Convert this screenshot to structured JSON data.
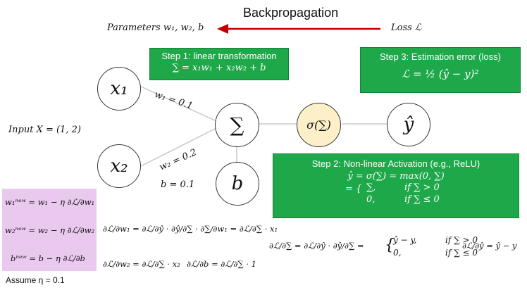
{
  "header": {
    "title": "Backpropagation",
    "parameters_label": "Parameters w₁, w₂, b",
    "loss_label": "Loss ℒ"
  },
  "colors": {
    "arrow": "#c00000",
    "green_box": "#1fa84a",
    "pink_box": "#e9c9ee",
    "activation_node": "#fdf0c8",
    "red": "#c00000",
    "blue": "#1f3fd8",
    "purple": "#9a2fa6"
  },
  "nodes": {
    "x1": "x₁",
    "x2": "x₂",
    "sum": "∑",
    "b": "b",
    "activation": "σ(∑)",
    "yhat": "ŷ"
  },
  "edges": {
    "w1": "w₁ = 0.1",
    "w2": "w₂ = 0.2"
  },
  "bias_value": "b = 0.1",
  "input_label": "Input X = (1, 2)",
  "step1": {
    "title": "Step 1: linear transformation",
    "formula": "∑ = x₁w₁ + x₂w₂ + b"
  },
  "step3": {
    "title": "Step 3: Estimation error (loss)",
    "formula": "ℒ = ½ (ŷ − y)²"
  },
  "step2": {
    "title": "Step 2: Non-linear Activation (e.g., ReLU)",
    "formula_line1": "ŷ = σ(∑) = max(0, ∑)",
    "case1": "∑,",
    "case1_cond": "if ∑ > 0",
    "case2": "0,",
    "case2_cond": "if ∑ ≤ 0"
  },
  "updates": {
    "w1": "w₁ⁿᵉʷ = w₁ − η ∂ℒ/∂w₁",
    "w2": "w₂ⁿᵉʷ = w₂ − η ∂ℒ/∂w₂",
    "b": "bⁿᵉʷ = b − η ∂ℒ/∂b",
    "assume": "Assume η = 0.1"
  },
  "gradients": {
    "dL_dw1": "∂ℒ/∂w₁ = ∂ℒ/∂ŷ · ∂ŷ/∂∑ · ∂∑/∂w₁ = ∂ℒ/∂∑ · x₁",
    "dL_dw2": "∂ℒ/∂w₂ = ∂ℒ/∂∑ · x₂",
    "dL_db": "∂ℒ/∂b = ∂ℒ/∂∑ · 1",
    "dL_dsum": "∂ℒ/∂∑ = ∂ℒ/∂ŷ · ∂ŷ/∂∑ =",
    "dL_dsum_case1": "ŷ − y,",
    "dL_dsum_cond1": "if ∑ > 0",
    "dL_dsum_case2": "0,",
    "dL_dsum_cond2": "if ∑ ≤ 0",
    "dL_dyhat": "∂ℒ/∂ŷ = ŷ − y"
  }
}
